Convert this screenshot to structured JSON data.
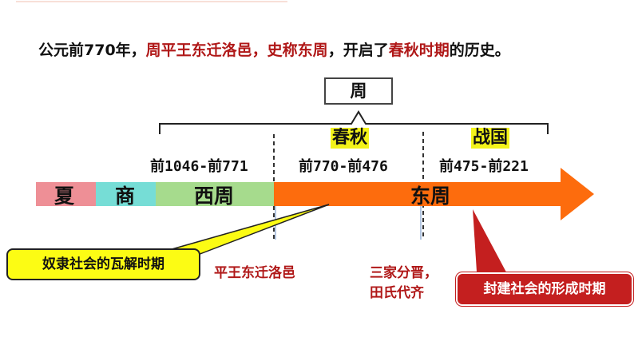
{
  "headline": {
    "part1": "公元前770年，",
    "part2": "周平王东迁洛邑，史称东周",
    "part3": "，开启了",
    "part4": "春秋时期",
    "part5": "的历史。"
  },
  "top_box": "周",
  "periods": {
    "chunqiu": "春秋",
    "zhanguo": "战国"
  },
  "dates": {
    "xizhou": "前1046-前771",
    "chunqiu": "前770-前476",
    "zhanguo": "前475-前221"
  },
  "segments": {
    "xia": "夏",
    "shang": "商",
    "xizhou": "西周",
    "dongzhou": "东周"
  },
  "captions": {
    "pingwang": "平王东迁洛邑",
    "sanjia_line1": "三家分晋，",
    "sanjia_line2": "田氏代齐"
  },
  "callouts": {
    "yellow": "奴隶社会的瓦解时期",
    "red": "封建社会的形成时期"
  },
  "colors": {
    "xia": "#ee8f96",
    "shang": "#76ddd6",
    "xizhou": "#a6db8d",
    "dongzhou": "#fd6c0d",
    "accent_red": "#b01818",
    "callout_yellow": "#fcfc14",
    "callout_red": "#c41f1f"
  }
}
